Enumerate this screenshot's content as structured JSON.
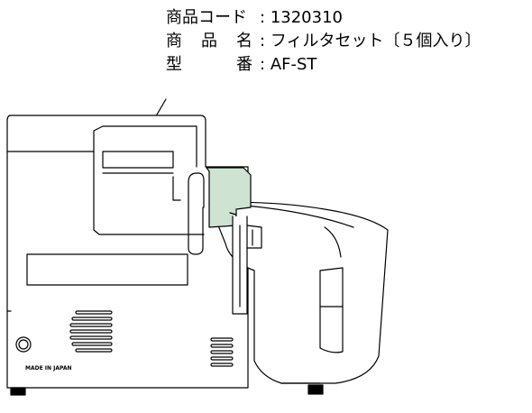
{
  "product_info": {
    "code_label": "商品コード",
    "code_value": "1320310",
    "name_label": [
      "商",
      "品",
      "名"
    ],
    "name_value": "フィルタセット〔５個入り〕",
    "model_label": [
      "型",
      "番"
    ],
    "model_value": "AF-ST",
    "separator": ":"
  },
  "device": {
    "made_in": "MADE IN JAPAN"
  },
  "colors": {
    "filter_highlight": "#cfe3d3",
    "outline": "#000000"
  }
}
